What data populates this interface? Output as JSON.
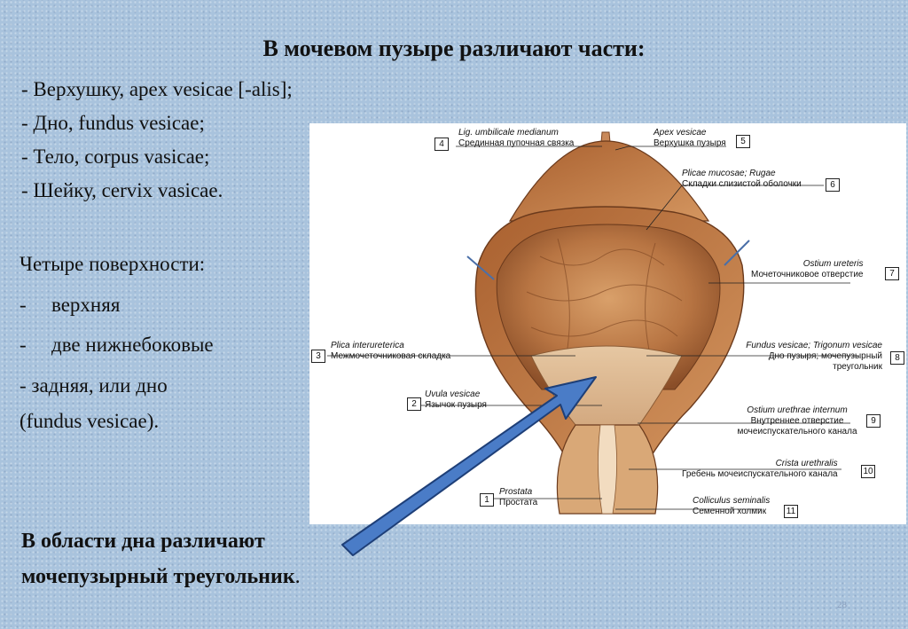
{
  "title": "В мочевом пузыре различают части:",
  "parts": [
    " - Верхушку, apex vesicae [-alis];",
    "- Дно, fundus vesicae;",
    "- Тело, corpus vasicae;",
    "- Шейку, cervix vasicae."
  ],
  "surfaces": {
    "heading": "Четыре поверхности:",
    "items": [
      {
        "marker": "-",
        "text": "верхняя"
      },
      {
        "marker": "-",
        "text": "две нижнебоковые"
      }
    ],
    "line3": "- задняя, или дно",
    "line4": "(fundus vesicae)."
  },
  "region": {
    "line1": "В области дна различают",
    "line2": "мочепузырный треугольник",
    "period": "."
  },
  "page_number": "28",
  "figure": {
    "labels": [
      {
        "num": "4",
        "lat": "Lig. umbilicale medianum",
        "ru": "Срединная пупочная связка"
      },
      {
        "num": "5",
        "lat": "Apex vesicae",
        "ru": "Верхушка пузыря"
      },
      {
        "num": "6",
        "lat": "Plicae mucosae; Rugae",
        "ru": "Складки слизистой оболочки"
      },
      {
        "num": "7",
        "lat": "Ostium ureteris",
        "ru": "Мочеточниковое отверстие"
      },
      {
        "num": "3",
        "lat": "Plica interureterica",
        "ru": "Межмочеточниковая складка"
      },
      {
        "num": "8",
        "lat": "Fundus vesicae; Trigonum vesicae",
        "ru": "Дно пузыря; мочепузырный треугольник"
      },
      {
        "num": "2",
        "lat": "Uvula vesicae",
        "ru": "Язычок пузыря"
      },
      {
        "num": "9",
        "lat": "Ostium urethrae internum",
        "ru": "Внутреннее отверстие мочеиспускательного канала"
      },
      {
        "num": "10",
        "lat": "Crista urethralis",
        "ru": "Гребень мочеиспускательного канала"
      },
      {
        "num": "1",
        "lat": "Prostata",
        "ru": "Простата"
      },
      {
        "num": "11",
        "lat": "Colliculus seminalis",
        "ru": "Семенной холмик"
      }
    ]
  },
  "colors": {
    "arrow": "#4a7cc7",
    "arrow_outline": "#1e3f78",
    "tissue": "#b8703d"
  }
}
